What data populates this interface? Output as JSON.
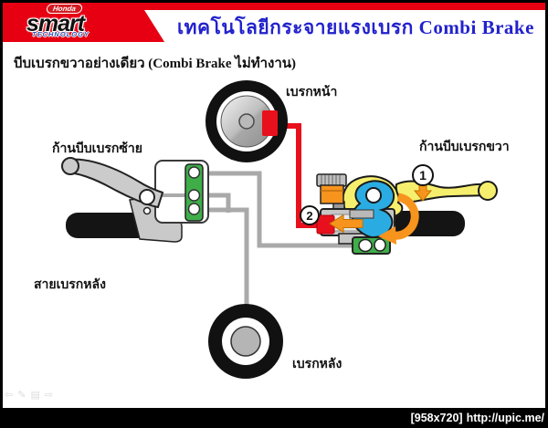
{
  "header": {
    "logo": {
      "brand_top": "Honda",
      "brand_main": "smart",
      "brand_bottom": "TECHNOLOGY"
    },
    "title": "เทคโนโลยีกระจายแรงเบรก  Combi Brake"
  },
  "slide": {
    "subtitle": "บีบเบรกขวาอย่างเดียว (Combi Brake ไม่ทำงาน)",
    "labels": {
      "front_brake": "เบรกหน้า",
      "left_lever": "ก้านบีบเบรกซ้าย",
      "right_lever": "ก้านบีบเบรกขวา",
      "rear_cable": "สายเบรกหลัง",
      "rear_brake": "เบรกหลัง"
    },
    "callouts": {
      "step1": "1",
      "step2": "2"
    }
  },
  "footer": {
    "resolution": "[958x720]",
    "url": "http://upic.me/"
  },
  "nav": {
    "back": "⇦",
    "pen": "✎",
    "menu": "▤",
    "forward": "⇨"
  },
  "colors": {
    "header_red": "#e60012",
    "title_blue": "#2121cd",
    "brake_red": "#e8101c",
    "cable_gray": "#a9a9a9",
    "lever_yellow": "#f6ef6e",
    "cam_blue": "#2aace2",
    "equalizer_green": "#3fae49",
    "arrow_orange": "#f7941d"
  }
}
